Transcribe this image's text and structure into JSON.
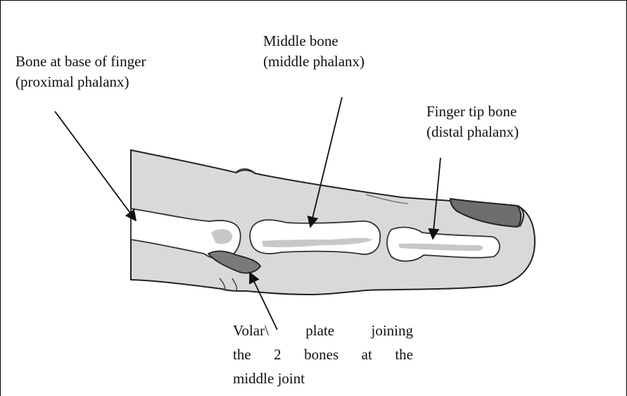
{
  "labels": {
    "proximal": {
      "line1": "Bone at base of finger",
      "line2": "(proximal phalanx)"
    },
    "middle": {
      "line1": "Middle bone",
      "line2": "(middle phalanx)"
    },
    "distal": {
      "line1": "Finger tip bone",
      "line2": "(distal phalanx)"
    },
    "volar": {
      "line1": "Volar\\ plate joining",
      "line2": "the 2 bones at the",
      "line3": "middle joint"
    }
  },
  "colors": {
    "skin": "#d9d9d9",
    "bone": "#ffffff",
    "bone_marrow": "#c8c8c8",
    "volar_plate": "#7a7a7a",
    "nail": "#6e6e6e",
    "outline": "#222222"
  }
}
